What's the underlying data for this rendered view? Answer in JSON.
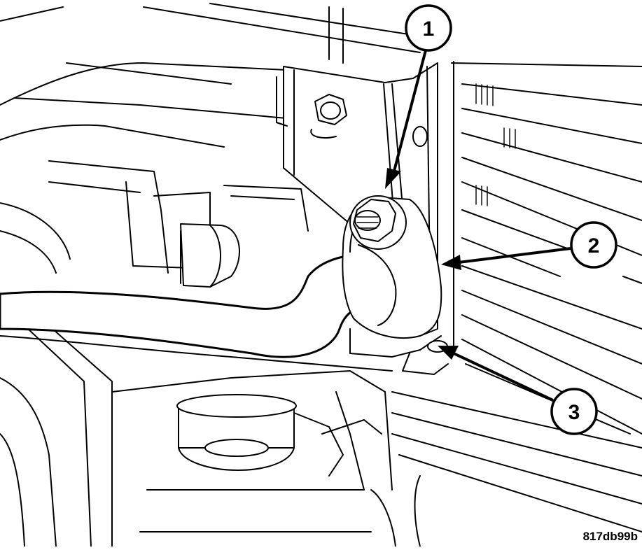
{
  "figure_id": "817db99b",
  "callouts": [
    {
      "id": "callout-1",
      "label": "1"
    },
    {
      "id": "callout-2",
      "label": "2"
    },
    {
      "id": "callout-3",
      "label": "3"
    }
  ],
  "colors": {
    "line": "#000000",
    "background": "#ffffff"
  }
}
